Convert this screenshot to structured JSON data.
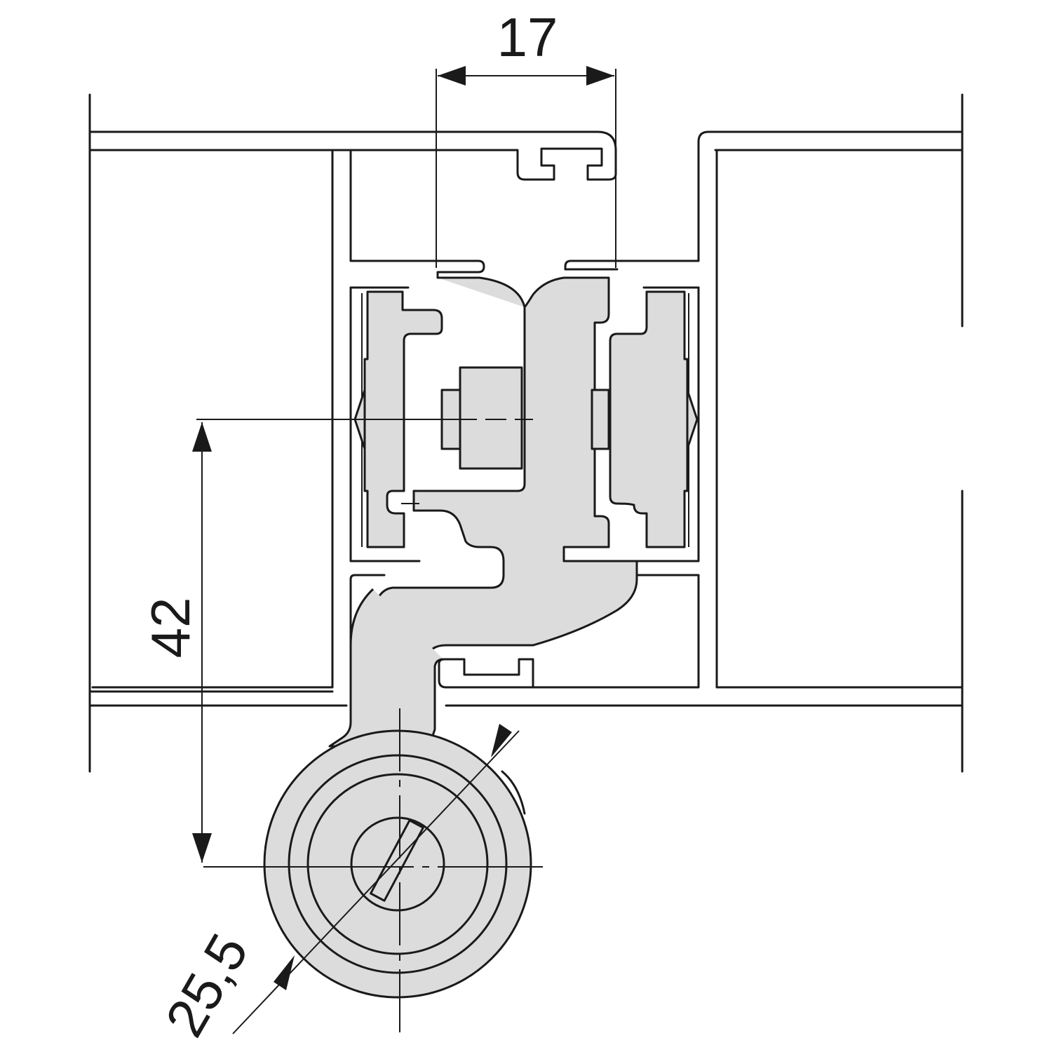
{
  "dimensions": {
    "width_label": "17",
    "height_label": "42",
    "diameter_label": "25,5"
  },
  "colors": {
    "line": "#1a1a1a",
    "part_fill": "#dcdcdc",
    "background": "#ffffff"
  }
}
